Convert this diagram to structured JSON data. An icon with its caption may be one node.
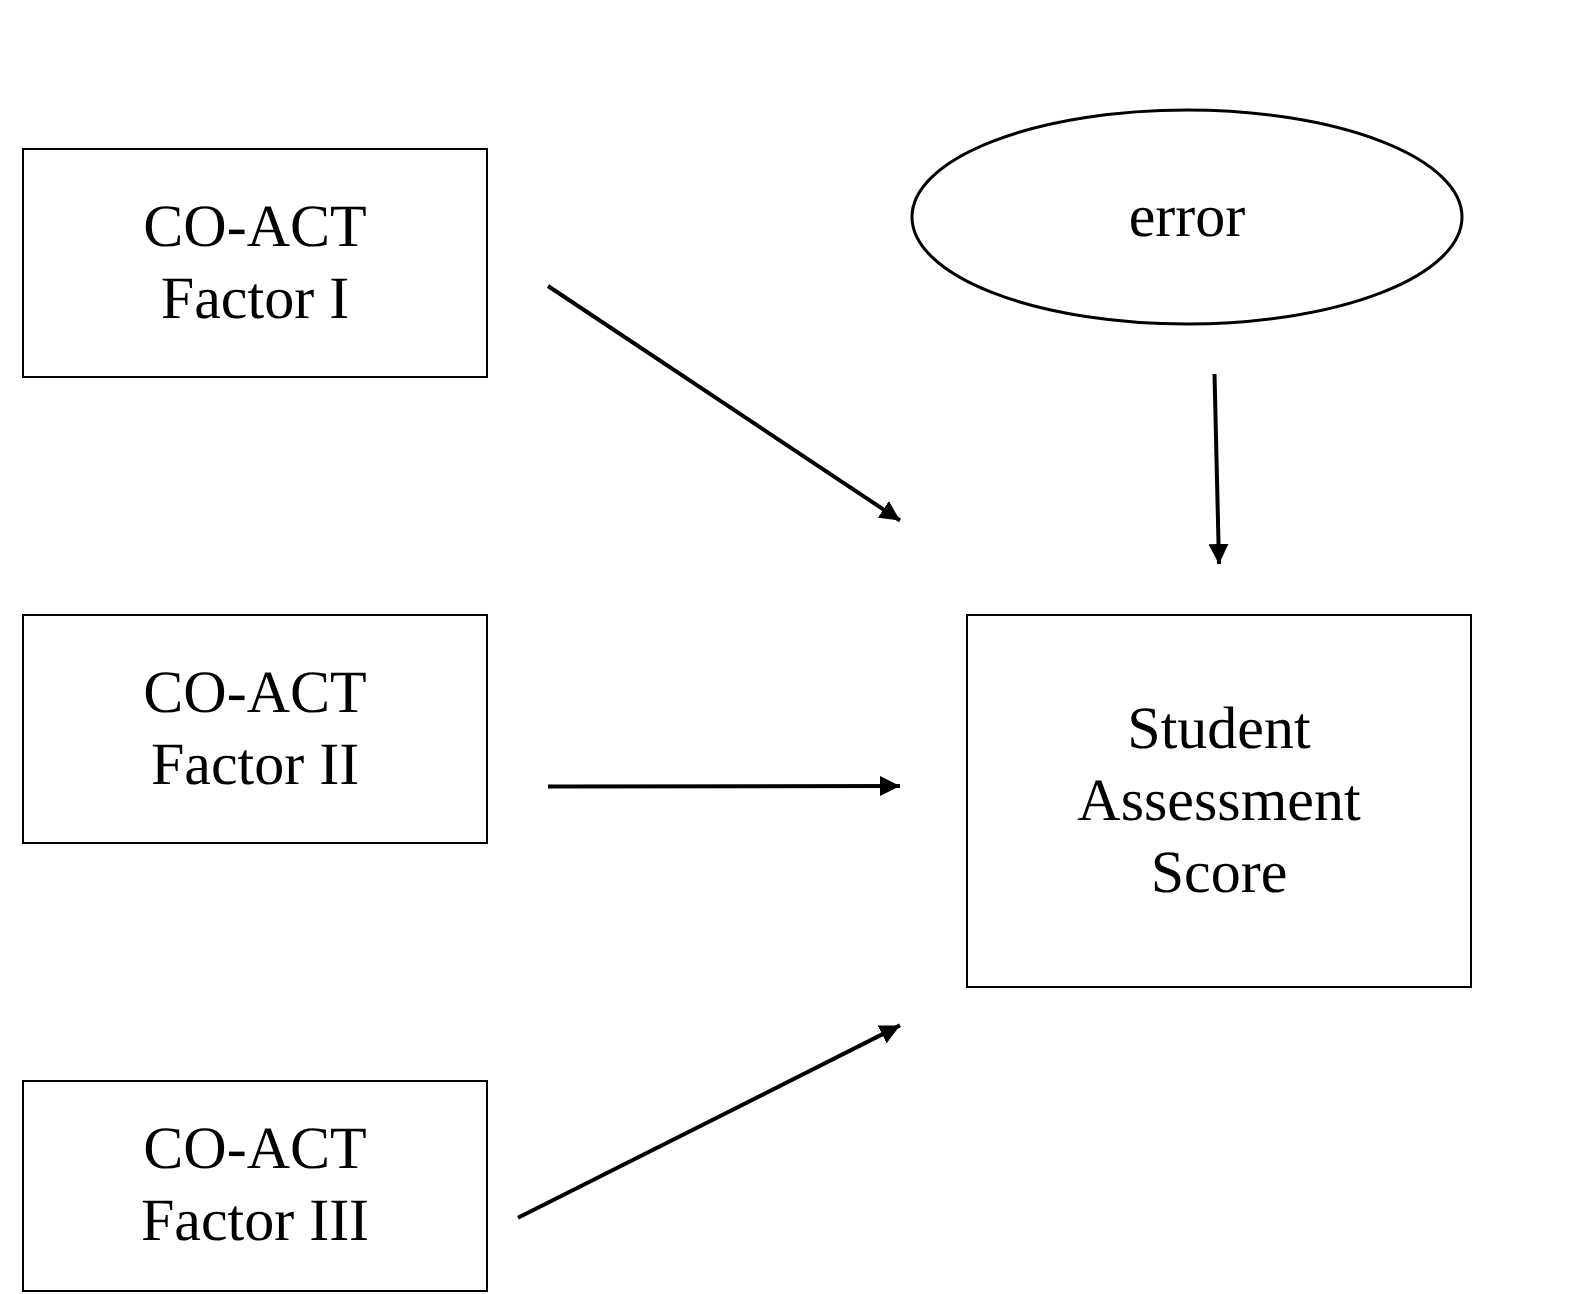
{
  "diagram": {
    "nodes": [
      {
        "text": [
          "CO-ACT Factor I"
        ]
      },
      {
        "text": [
          "error"
        ]
      },
      {
        "text": [
          "CO-ACT Factor II"
        ]
      },
      {
        "text": [
          "Student Assessment Score"
        ]
      },
      {
        "text": [
          "CO-ACT Factor III"
        ]
      }
    ],
    "edges": [
      {
        "from": 0,
        "to": 3,
        "arrow": "to"
      },
      {
        "from": 1,
        "to": 3,
        "arrow": "to"
      },
      {
        "from": 2,
        "to": 3,
        "arrow": "to"
      },
      {
        "from": 4,
        "to": 3,
        "arrow": "to"
      }
    ]
  }
}
